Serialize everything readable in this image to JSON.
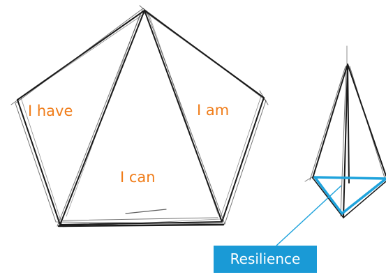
{
  "diagram": {
    "labels": {
      "have": "I have",
      "am": "I am",
      "can": "I can"
    },
    "callout": {
      "text": "Resilience"
    },
    "colors": {
      "label_text": "#f07d1a",
      "highlight": "#1fa3dc",
      "callout_bg": "#1a9ad6",
      "sketch_stroke": "#1a1a1a"
    }
  }
}
